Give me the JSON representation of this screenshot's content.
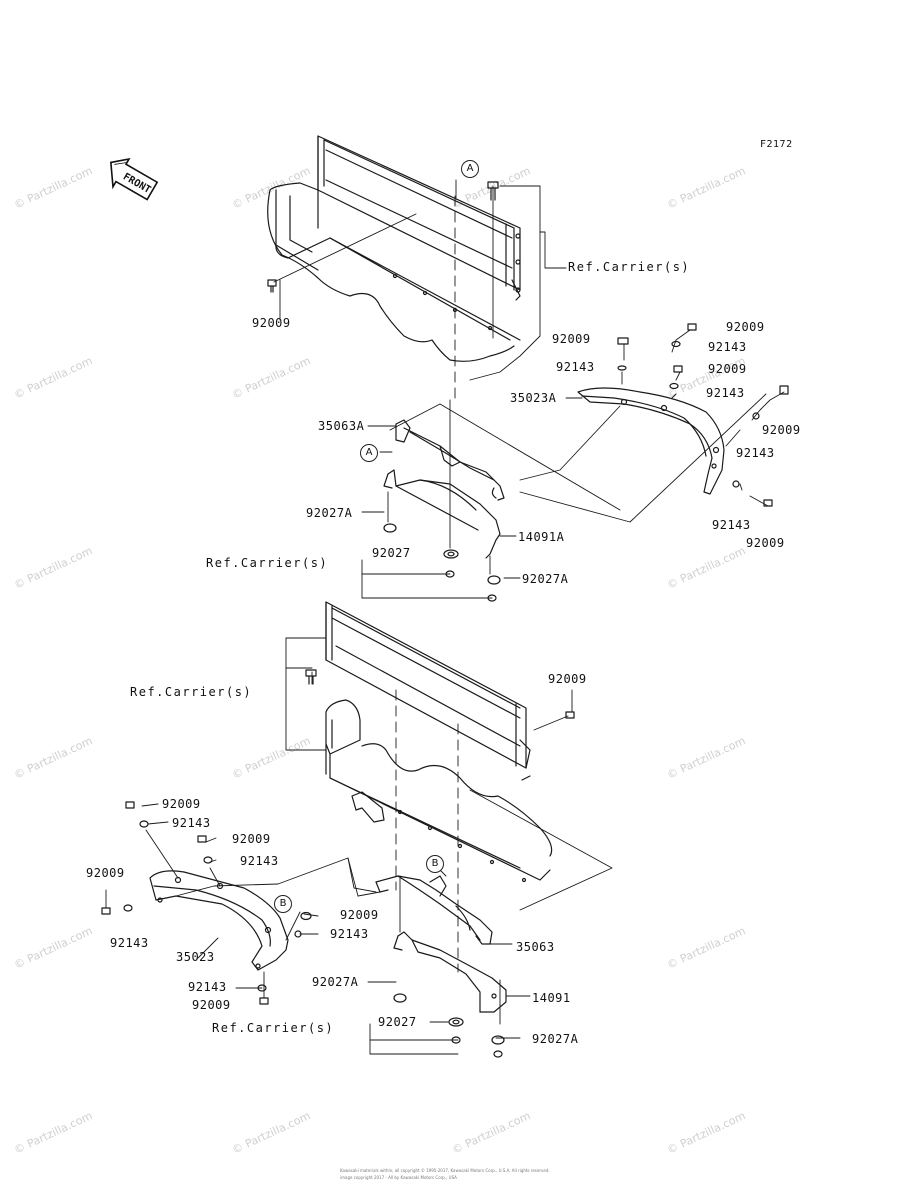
{
  "figure_code": "F2172",
  "front_label": "FRONT",
  "callouts": {
    "a": "A",
    "b": "B"
  },
  "parts": {
    "p92009": "92009",
    "p92143": "92143",
    "p35023": "35023",
    "p35023A": "35023A",
    "p35063": "35063",
    "p35063A": "35063A",
    "p14091": "14091",
    "p14091A": "14091A",
    "p92027": "92027",
    "p92027A": "92027A"
  },
  "ref_carrier": "Ref.Carrier(s)",
  "watermark": "© Partzilla.com",
  "footer_line1": "Kawasaki materials within, all copyright © 1995-2017, Kawasaki Motors Corp., U.S.A. All rights reserved.",
  "footer_line2": "image copyright 2017 - All by Kawasaki Motors Corp., USA",
  "icons": {
    "front_arrow": "front-arrow-icon",
    "callout": "circle-letter-icon"
  }
}
